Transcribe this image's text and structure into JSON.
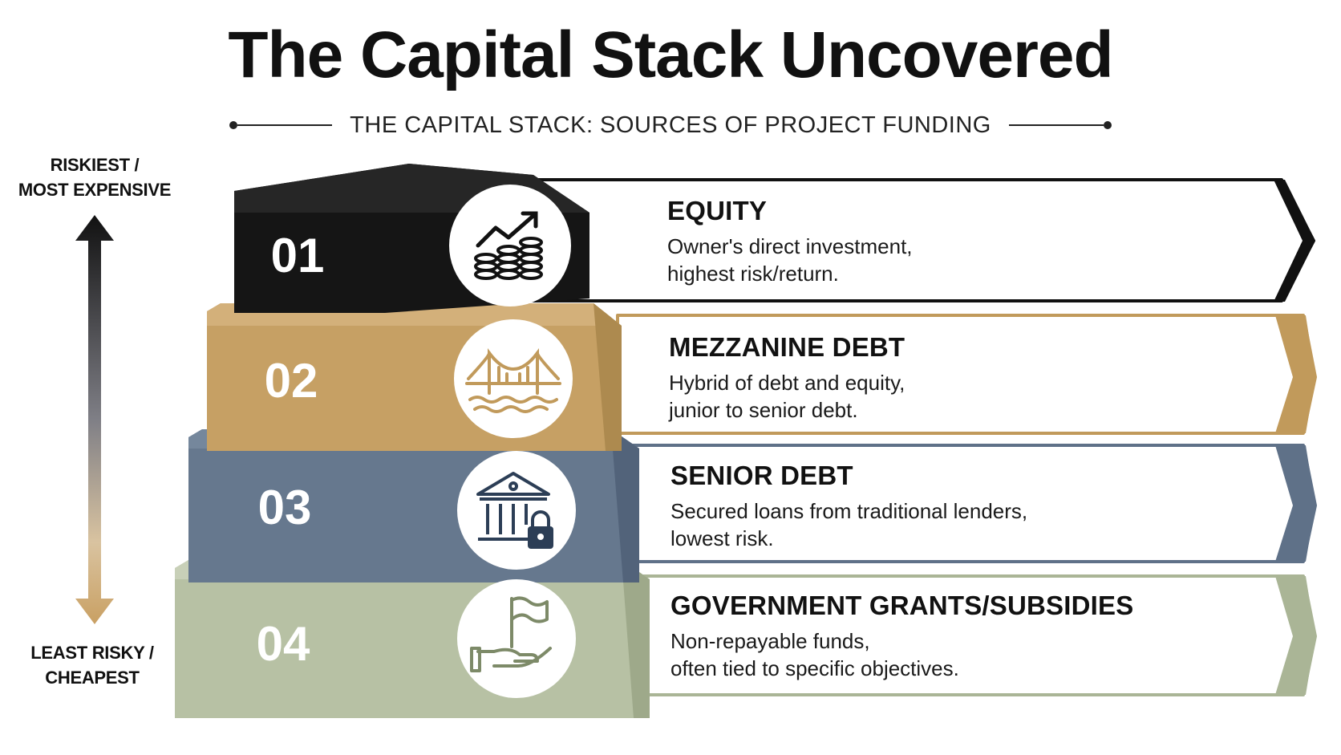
{
  "title": "The Capital Stack Uncovered",
  "subtitle": "THE CAPITAL STACK: SOURCES OF PROJECT FUNDING",
  "risk_scale": {
    "top_label": "RISKIEST /\nMOST EXPENSIVE",
    "bottom_label": "LEAST RISKY /\nCHEAPEST"
  },
  "tiers": [
    {
      "number": "01",
      "title": "EQUITY",
      "description": "Owner's direct investment,\nhighest risk/return.",
      "icon": "growth-coins-icon",
      "color": "#111111"
    },
    {
      "number": "02",
      "title": "MEZZANINE DEBT",
      "description": "Hybrid of debt and equity,\njunior to senior debt.",
      "icon": "bridge-icon",
      "color": "#c19a5b"
    },
    {
      "number": "03",
      "title": "SENIOR DEBT",
      "description": "Secured loans from traditional lenders,\nlowest risk.",
      "icon": "bank-lock-icon",
      "color": "#5f7188"
    },
    {
      "number": "04",
      "title": "GOVERNMENT GRANTS/SUBSIDIES",
      "description": "Non-repayable funds,\noften tied to specific objectives.",
      "icon": "hand-flag-icon",
      "color": "#aab596"
    }
  ]
}
